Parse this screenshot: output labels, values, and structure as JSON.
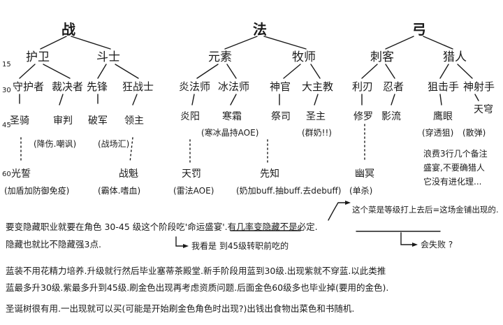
{
  "levels": [
    "15",
    "30",
    "45",
    "60"
  ],
  "tree": {
    "warrior": {
      "root": "战",
      "guardian": "护卫",
      "fighter": "斗士",
      "guardian_l30": [
        "守护者",
        "裁决者"
      ],
      "fighter_l30": [
        "先锋",
        "狂战士"
      ],
      "l45": [
        "圣骑",
        "审判",
        "破军",
        "领主"
      ],
      "l45_notes": [
        "(降伤.嘲讽)",
        "(战场汇)"
      ],
      "l60": [
        "光誓",
        "战魁"
      ],
      "l60_notes": [
        "(加盾加防御免疫)",
        "(霸体.嗜血)"
      ]
    },
    "mage": {
      "root": "法",
      "elemental": "元素",
      "priest": "牧师",
      "elemental_l30": [
        "炎法师",
        "冰法师"
      ],
      "priest_l30": [
        "神官",
        "大主教"
      ],
      "l45": [
        "炎阳",
        "寒霜",
        "祭司",
        "圣主"
      ],
      "l45_notes": [
        "(寒冰晶持AOE)",
        "(群奶!!)"
      ],
      "l60": [
        "天罚",
        "先知"
      ],
      "l60_notes": [
        "(雷法AOE)",
        "(奶加buff.抽buff.去debuff)"
      ]
    },
    "archer": {
      "root": "弓",
      "assassin": "刺客",
      "hunter": "猎人",
      "assassin_l30": [
        "利刃",
        "忍者"
      ],
      "hunter_l30": [
        "狙击手",
        "神射手"
      ],
      "l45": [
        "修罗",
        "影流",
        "鹰眼",
        "天穹"
      ],
      "l45_notes": [
        "(穿透狙)",
        "(散弹)"
      ],
      "l60": [
        "幽冥"
      ],
      "l60_notes": [
        "(单杀)"
      ],
      "side_note": [
        "浪费3行几个备注",
        "盛宴,不要确猎人",
        "它没有进化理..."
      ]
    }
  },
  "notes": {
    "top_annotation": "这个菜是等级打上去后=这场金铺出现的.",
    "line1": "要变隐藏职业就要在角色 30-45 级这个阶段吃'命运盛宴'.有几率变隐藏不是必定.",
    "line1_sub": "隐藏也就比不隐藏强3点.",
    "line1_arrow": "我看是 到45级转职前吃的",
    "line1_arrow_right": "会失败 ?",
    "line2": "蓝装不用花精力培养.升级就行然后毕业塞蒂茶殿堂.新手阶段用蓝到30级.出现紫就不穿蓝.以此类推",
    "line2_sub": "蓝最多升30级.紫最多升到45级.刷金色出现再考虑资质问题.后面金色60级多也毕业掉(要用的金色).",
    "line3": "圣诞树很有用.一出现就可以买(可能是开始刷金色角色时出现?)出钱出食物出菜色和书随机."
  }
}
